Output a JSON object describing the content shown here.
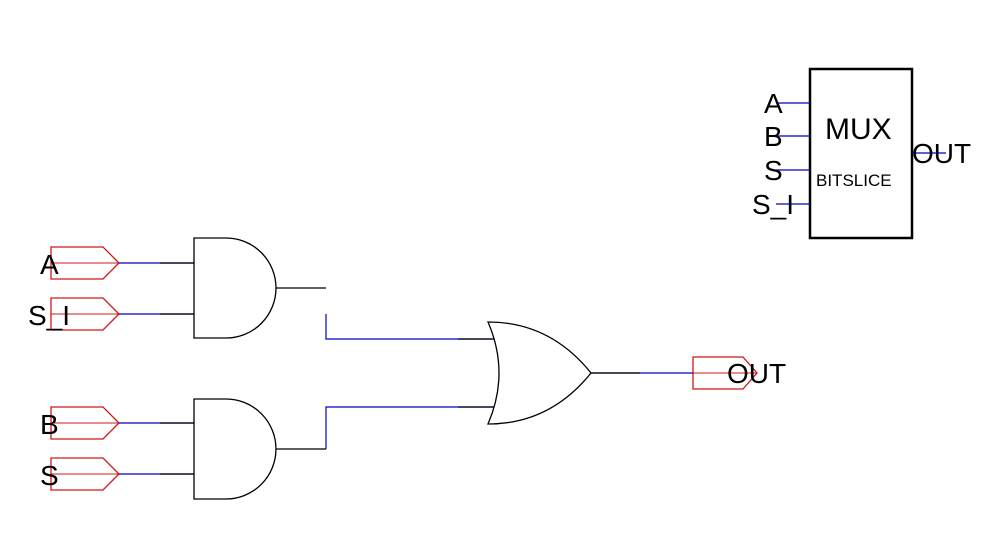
{
  "colors": {
    "wire": "#0000c0",
    "port": "#d01818",
    "gate": "#000000",
    "background": "#ffffff"
  },
  "symbol": {
    "title": "MUX",
    "subtitle": "BITSLICE",
    "pins_in": [
      "A",
      "B",
      "S",
      "S_I"
    ],
    "pin_out": "OUT"
  },
  "ports": {
    "inputs": [
      "A",
      "S_I",
      "B",
      "S"
    ],
    "output": "OUT"
  },
  "gates": [
    "and-gate",
    "and-gate",
    "or-gate"
  ]
}
